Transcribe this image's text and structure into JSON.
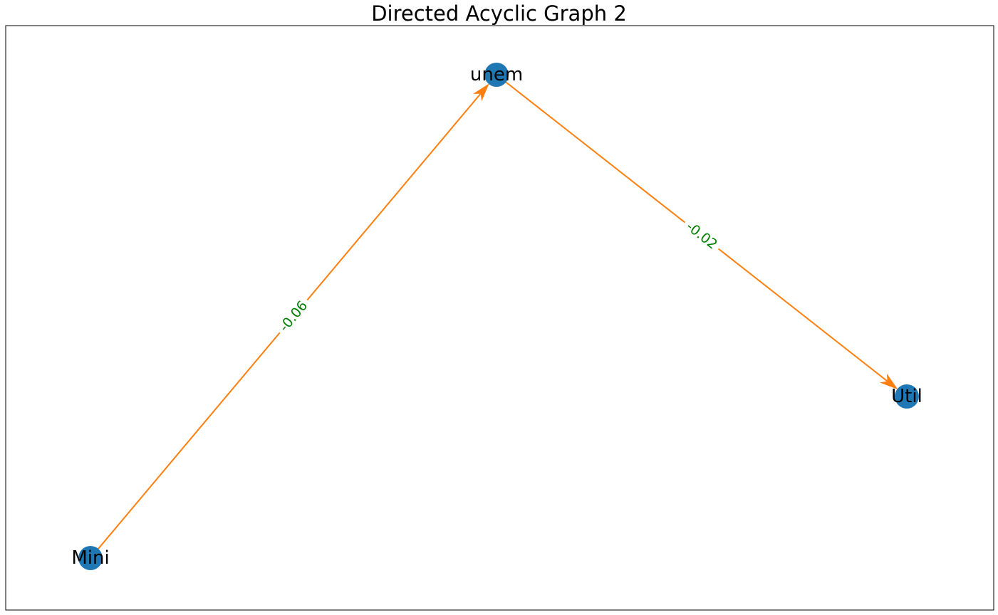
{
  "title": "Directed Acyclic Graph 2",
  "colors": {
    "node": "#1f77b4",
    "edge": "#ff7f0e",
    "edge_label": "#008000",
    "frame": "#000000"
  },
  "nodes": [
    {
      "id": "unem",
      "label": "unem"
    },
    {
      "id": "Util",
      "label": "Util"
    },
    {
      "id": "Mini",
      "label": "Mini"
    }
  ],
  "edges": [
    {
      "from": "Mini",
      "to": "unem",
      "label": "-0.06"
    },
    {
      "from": "unem",
      "to": "Util",
      "label": "-0.02"
    }
  ]
}
